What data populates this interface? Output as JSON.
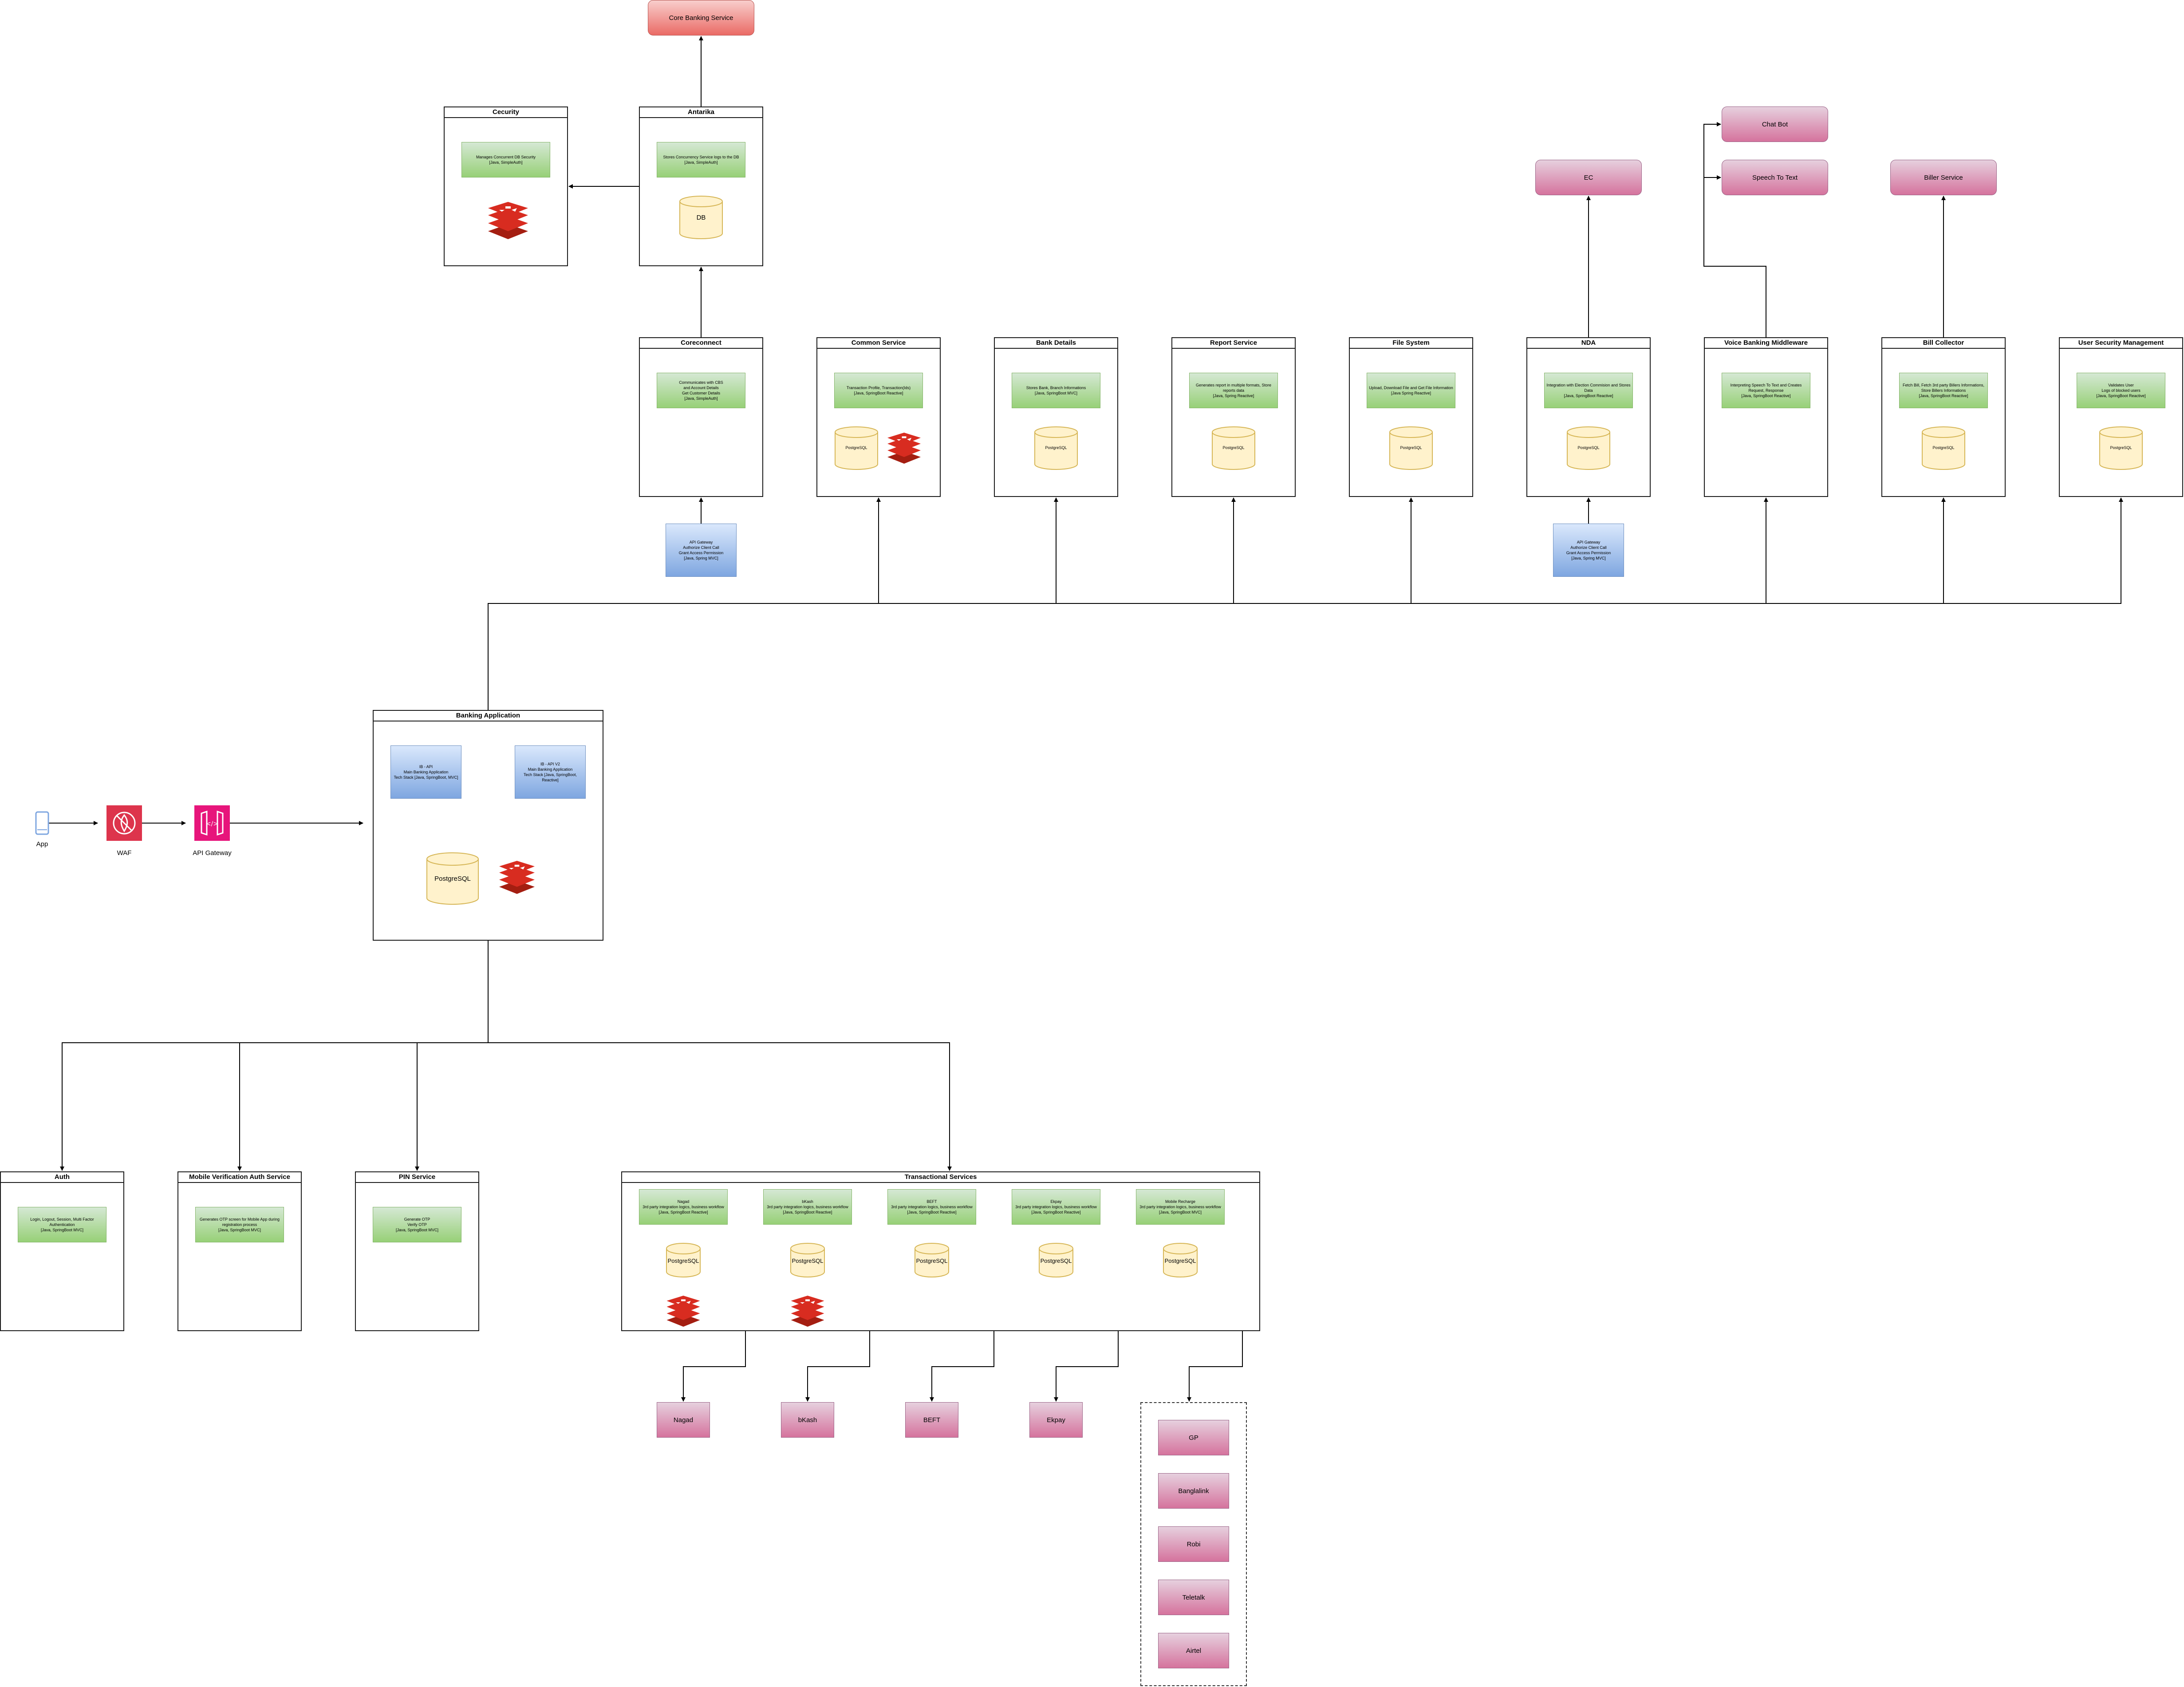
{
  "core_banking": "Core Banking Service",
  "cecurity": {
    "title": "Cecurity",
    "desc": "Manages Concurrent DB Security\n[Java, SimpleAuth]"
  },
  "antarika": {
    "title": "Antarika",
    "desc": "Stores Concurrency Service logs to the DB\n[Java, SimpleAuth]",
    "db": "DB"
  },
  "chat_bot": "Chat Bot",
  "speech_to_text": "Speech To Text",
  "ec": "EC",
  "biller_service": "Biller Service",
  "services": [
    {
      "title": "Coreconnect",
      "desc": "Communicates with CBS\nand Account Details\nGet Customer Details\n[Java, SimpleAuth]"
    },
    {
      "title": "Common Service",
      "desc": "Transaction Profile, Transaction(Ids)\n[Java, SpringBoot Reactive]",
      "db": "PostgreSQL"
    },
    {
      "title": "Bank Details",
      "desc": "Stores Bank, Branch Informations\n[Java, SpringBoot MVC]",
      "db": "PostgreSQL"
    },
    {
      "title": "Report Service",
      "desc": "Generates report in multiple formats, Store\nreports data\n[Java, Spring Reactive]",
      "db": "PostgreSQL"
    },
    {
      "title": "File System",
      "desc": "Upload, Download File and Get File Information\n[Java Spring Reactive]",
      "db": "PostgreSQL"
    },
    {
      "title": "NDA",
      "desc": "Integration with Election Commision and Stores\nData\n[Java, SpringBoot Reactive]",
      "db": "PostgreSQL"
    },
    {
      "title": "Voice Banking Middleware",
      "desc": "Interpreting Speech To Text and Creates\nRequest, Response\n[Java, SpringBoot Reactive]"
    },
    {
      "title": "Bill Collector",
      "desc": "Fetch Bill, Fetch 3rd party Billers Informations,\nStore Billers Informations\n[Java, SpringBoot Reactive]",
      "db": "PostgreSQL"
    },
    {
      "title": "User Security Management",
      "desc": "Validates User\nLogs of blocked users\n[Java, SpringBoot Reactive]",
      "db": "PostgreSQL"
    }
  ],
  "api_gateway_1": "API Gateway\nAuthorize Client Call\nGrant Access Permission\n[Java, Spring MVC]",
  "api_gateway_2": "API Gateway\nAuthorize Client Call\nGrant Access Permission\n[Java, Spring MVC]",
  "banking_app": {
    "title": "Banking Application",
    "left": "IB - API\nMain Banking Application\nTech Stack [Java, SpringBoot, MVC]",
    "right": "IB - API V2\nMain Banking Application\nTech Stack [Java, SpringBoot,\nReactive]",
    "db": "PostgreSQL"
  },
  "app_label": "App",
  "waf_label": "WAF",
  "apigw_label": "API Gateway",
  "auth": {
    "title": "Auth",
    "desc": "Login, Logout, Session, Multi Factor\nAuthentication\n[Java, SpringBoot MVC]"
  },
  "mobile_auth": {
    "title": "Mobile Verification Auth Service",
    "desc": "Generates OTP screen for Mobile App during\nregistration process\n[Java, SpringBoot MVC]"
  },
  "pin": {
    "title": "PIN Service",
    "desc": "Generate OTP\nVerify OTP\n[Java, SpringBoot MVC]"
  },
  "transactional": {
    "title": "Transactional Services",
    "items": [
      {
        "desc": "Nagad\n3rd party integration logics, business workflow\n[Java, SpringBoot Reactive]",
        "db": "PostgreSQL"
      },
      {
        "desc": "bKash\n3rd party integration logics, business workflow\n[Java, SpringBoot Reactive]",
        "db": "PostgreSQL"
      },
      {
        "desc": "BEFT\n3rd party integration logics, business workflow\n[Java, SpringBoot Reactive]",
        "db": "PostgreSQL"
      },
      {
        "desc": "Ekpay\n3rd party integration logics, business workflow\n[Java, SpringBoot Reactive]",
        "db": "PostgreSQL"
      },
      {
        "desc": "Mobile Recharge\n3rd party integration logics, business workflow\n[Java, SpringBoot MVC]",
        "db": "PostgreSQL"
      }
    ]
  },
  "externals": [
    "Nagad",
    "bKash",
    "BEFT",
    "Ekpay"
  ],
  "mobile_operators": [
    "GP",
    "Banglalink",
    "Robi",
    "Teletalk",
    "Airtel"
  ],
  "colors": {
    "green_top": "#d5e8d4",
    "green_bottom": "#97d077",
    "blue_top": "#dae8fc",
    "blue_bottom": "#7ea6e0",
    "pink_top": "#e6d0de",
    "pink_bottom": "#d5739d",
    "red_top": "#f8cecc",
    "red_bottom": "#ea6b66",
    "db_fill": "#fff2cc",
    "db_stroke": "#d6b656",
    "redis": "#a41e11",
    "waf": "#dd344c",
    "apigw": "#e7157b"
  }
}
